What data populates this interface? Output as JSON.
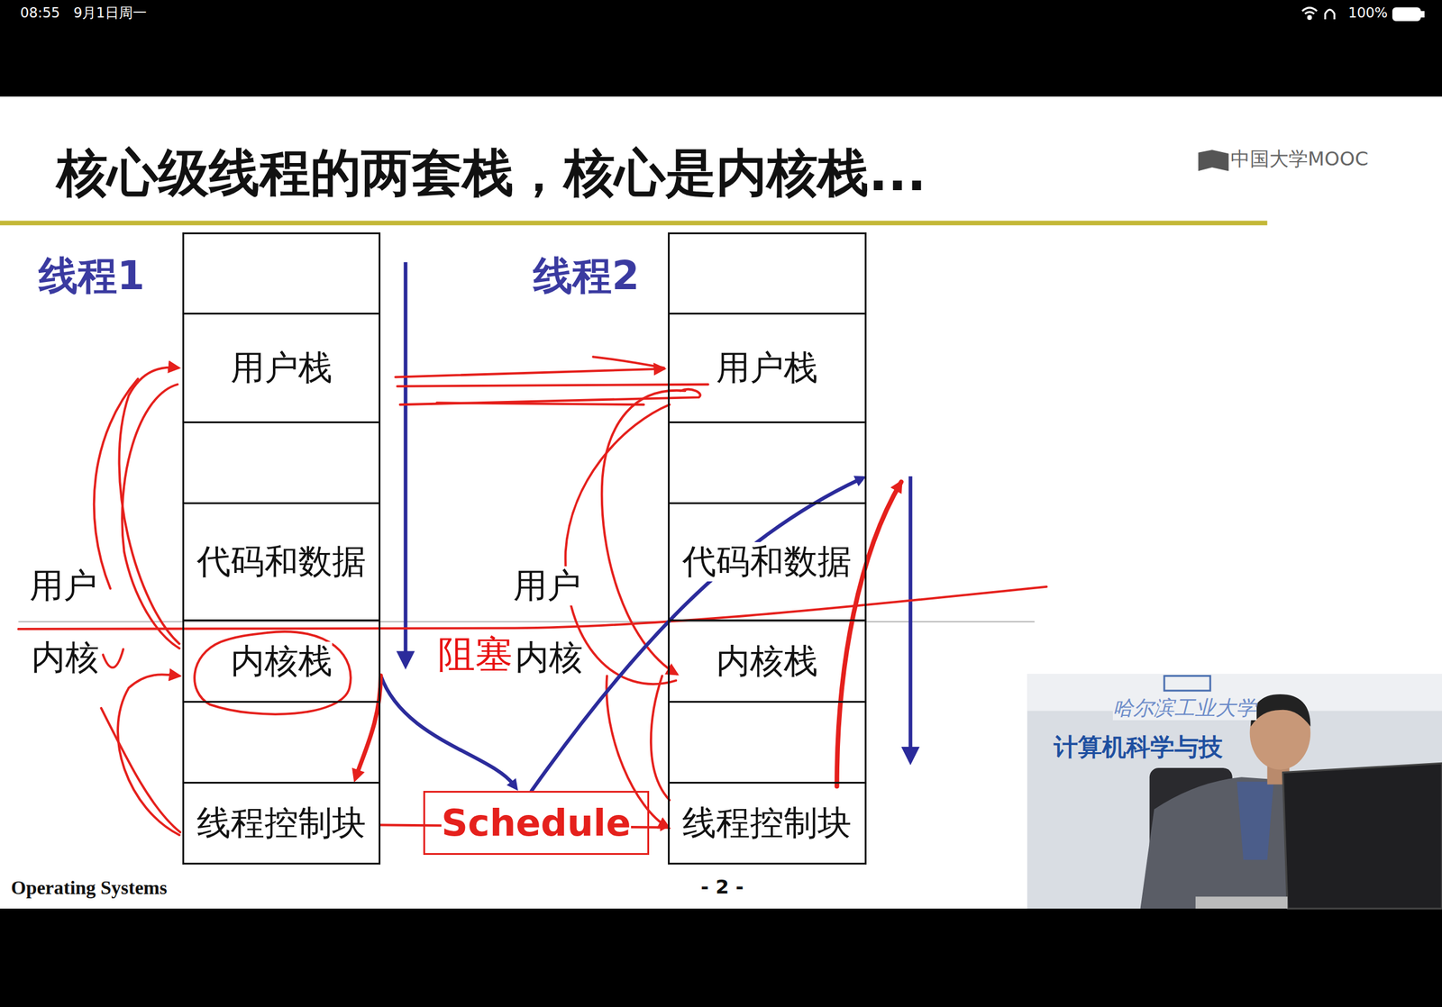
{
  "diagram": {
    "title": "核心级线程的两套栈，核心是内核栈...",
    "nodes": [
      {
        "text": [
          "线程1"
        ]
      },
      {
        "text": [
          "用户栈"
        ],
        "in": 0
      },
      {
        "text": [
          "代码和数据"
        ],
        "in": 0
      },
      {
        "text": [
          "内核栈"
        ],
        "in": 0
      },
      {
        "text": [
          "线程控制块"
        ],
        "in": 0
      },
      {
        "text": [
          "线程2"
        ]
      },
      {
        "text": [
          "用户栈"
        ],
        "in": 5
      },
      {
        "text": [
          "代码和数据"
        ],
        "in": 5
      },
      {
        "text": [
          "内核栈"
        ],
        "in": 5
      },
      {
        "text": [
          "线程控制块"
        ],
        "in": 5
      },
      {
        "text": [
          "Schedule"
        ]
      }
    ],
    "edges": [
      {
        "from": 3,
        "to": 10,
        "arrow": "to"
      },
      {
        "from": 10,
        "to": 5,
        "arrow": "to"
      },
      {
        "from": 3,
        "to": 4,
        "arrow": "to"
      },
      {
        "from": 4,
        "to": 9,
        "arrow": "to"
      }
    ],
    "labels": [
      "08:55",
      "9月1日周一",
      "100%",
      "中国大学MOOC",
      "用户",
      "内核",
      "用户",
      "阻塞",
      "内核",
      "Operating Systems",
      "- 2 -",
      "哈尔滨工业大学",
      "计算机科学与技"
    ]
  }
}
